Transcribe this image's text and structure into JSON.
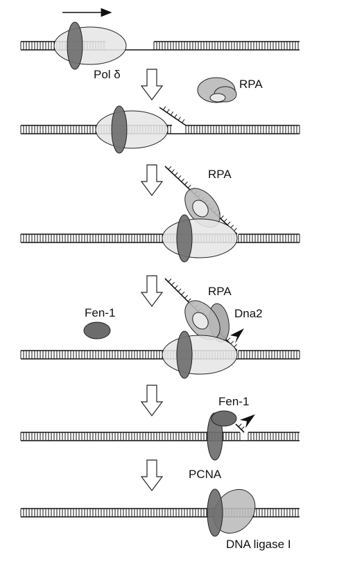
{
  "labels": {
    "pol_delta": "Pol δ",
    "rpa_1": "RPA",
    "rpa_2": "RPA",
    "rpa_3": "RPA",
    "dna2": "Dna2",
    "fen1_free": "Fen-1",
    "fen1_bound": "Fen-1",
    "pcna": "PCNA",
    "dna_ligase": "DNA ligase I"
  },
  "colors": {
    "pcna": "#6f6f6f",
    "pol_delta": "#e6e6e6",
    "rpa": "#b9b9b9",
    "fen1": "#6c6c6c",
    "dna2": "#a6a6a6",
    "ligase": "#bdbdbd",
    "strand": "#111111"
  }
}
